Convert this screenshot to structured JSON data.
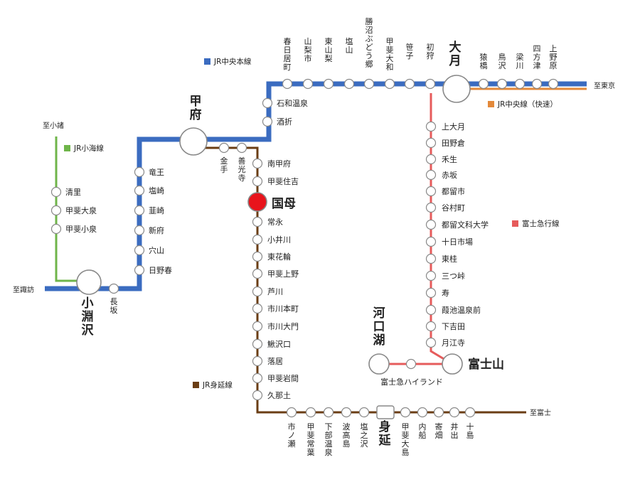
{
  "colors": {
    "chuo": "#3b6cc0",
    "chuo_rapid": "#e3893a",
    "koumi": "#6fb54a",
    "fujikyu": "#e65b5b",
    "minobu": "#6a3d14",
    "here": "#e8141c"
  },
  "legend": {
    "chuo": "JR中央本線",
    "chuo_rapid": "JR中央線（快速）",
    "koumi": "JR小海線",
    "fujikyu": "富士急行線",
    "minobu": "JR身延線"
  },
  "terminals": {
    "tokyo": "至東京",
    "komoro": "至小諸",
    "suwa": "至諏訪",
    "fuji": "至富士"
  },
  "major": {
    "kofu": "甲府",
    "otsuki": "大月",
    "kokubo": "国母",
    "kobuchizawa": "小淵沢",
    "kawaguchiko": "河口湖",
    "fujisan": "富士山",
    "minobu": "身延"
  },
  "chuo_top": [
    "春日居町",
    "山梨市",
    "東山梨",
    "塩山",
    "勝沼ぶどう郷",
    "甲斐大和",
    "笹子",
    "初狩"
  ],
  "chuo_east": [
    "猿橋",
    "鳥沢",
    "梁川",
    "四方津",
    "上野原"
  ],
  "chuo_mid": [
    "石和温泉",
    "酒折"
  ],
  "chuo_west": [
    "竜王",
    "塩崎",
    "韮崎",
    "新府",
    "穴山",
    "日野春"
  ],
  "nagasaka": "長坂",
  "koumi_stations": [
    "清里",
    "甲斐大泉",
    "甲斐小泉"
  ],
  "minobu_upper": [
    "金手",
    "善光寺"
  ],
  "minobu_vertical": [
    "南甲府",
    "甲斐住吉",
    "常永",
    "小井川",
    "東花輪",
    "甲斐上野",
    "芦川",
    "市川本町",
    "市川大門",
    "鰍沢口",
    "落居",
    "甲斐岩間",
    "久那土"
  ],
  "minobu_bottom_left": [
    "市ノ瀬",
    "甲斐常葉",
    "下部温泉",
    "波高島",
    "塩之沢"
  ],
  "minobu_bottom_right": [
    "甲斐大島",
    "内船",
    "寄畑",
    "井出",
    "十島"
  ],
  "fujikyu_stations": [
    "上大月",
    "田野倉",
    "禾生",
    "赤坂",
    "都留市",
    "谷村町",
    "都留文科大学",
    "十日市場",
    "東桂",
    "三つ峠",
    "寿",
    "葭池温泉前",
    "下吉田",
    "月江寺"
  ],
  "highland": "富士急ハイランド"
}
